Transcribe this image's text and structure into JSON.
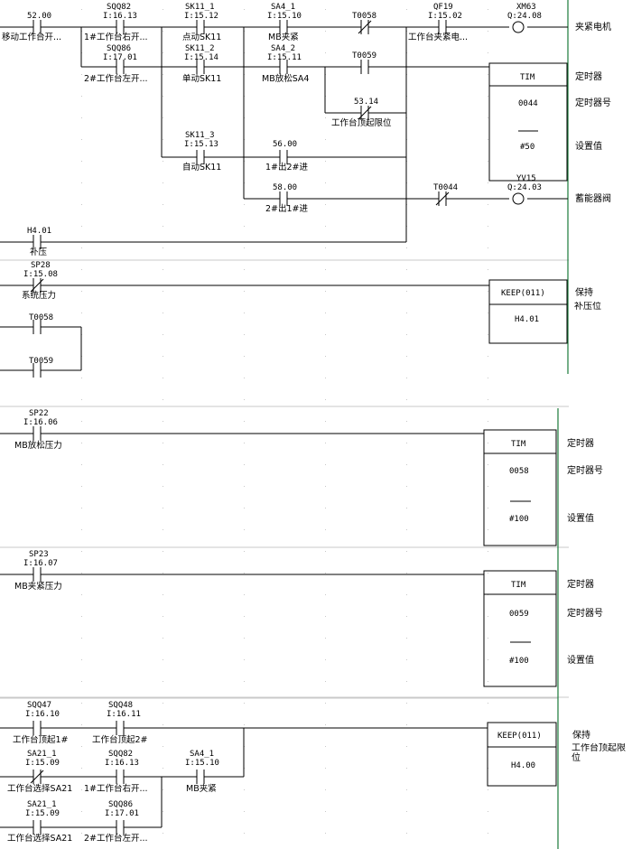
{
  "rungs": [
    {
      "contacts": [
        {
          "id": "c_5200",
          "addr": "52.00",
          "label": "移动工作台开..."
        },
        {
          "id": "c_sqq82a",
          "tag": "SQQ82",
          "addr": "I:16.13",
          "label": "1#工作台右开..."
        },
        {
          "id": "c_sqq86a",
          "tag": "SQQ86",
          "addr": "I:17.01",
          "label": "2#工作台左开..."
        },
        {
          "id": "c_sk11_1",
          "tag": "SK11_1",
          "addr": "I:15.12",
          "label": "点动SK11"
        },
        {
          "id": "c_sk11_2",
          "tag": "SK11_2",
          "addr": "I:15.14",
          "label": "单动SK11"
        },
        {
          "id": "c_sk11_3",
          "tag": "SK11_3",
          "addr": "I:15.13",
          "label": "自动SK11"
        },
        {
          "id": "c_sa4_1a",
          "tag": "SA4_1",
          "addr": "I:15.10",
          "label": "MB夹紧"
        },
        {
          "id": "c_sa4_2",
          "tag": "SA4_2",
          "addr": "I:15.11",
          "label": "MB放松SA4"
        },
        {
          "id": "c_5600",
          "addr": "56.00",
          "label": "1#出2#进"
        },
        {
          "id": "c_5800",
          "addr": "58.00",
          "label": "2#出1#进"
        },
        {
          "id": "c_t0058a",
          "tag": "T0058"
        },
        {
          "id": "c_t0059a",
          "tag": "T0059"
        },
        {
          "id": "c_5314",
          "addr": "53.14",
          "label": "工作台顶起限位"
        },
        {
          "id": "c_t0044",
          "tag": "T0044"
        },
        {
          "id": "c_qf19",
          "tag": "QF19",
          "addr": "I:15.02",
          "label": "工作台夹紧电..."
        },
        {
          "id": "c_h401a",
          "addr": "H4.01",
          "label": "补压"
        }
      ],
      "coils": [
        {
          "id": "o_xm63",
          "tag": "XM63",
          "addr": "Q:24.08",
          "side": "夹紧电机"
        },
        {
          "id": "o_yv15",
          "tag": "YV15",
          "addr": "Q:24.03",
          "side": "蓄能器阀"
        }
      ],
      "box": {
        "id": "b_tim44",
        "head": "TIM",
        "row1": "0044",
        "row2": "#50",
        "side1": "定时器",
        "side2": "定时器号",
        "side3": "设置值"
      }
    },
    {
      "contacts": [
        {
          "id": "c_sp28",
          "tag": "SP28",
          "addr": "I:15.08",
          "label": "系统压力"
        },
        {
          "id": "c_t0058b",
          "tag": "T0058"
        },
        {
          "id": "c_t0059b",
          "tag": "T0059"
        }
      ],
      "box": {
        "id": "b_keep1",
        "head": "KEEP(011)",
        "row1": "H4.01",
        "side1": "保持",
        "side2": "补压位"
      }
    },
    {
      "contacts": [
        {
          "id": "c_sp22",
          "tag": "SP22",
          "addr": "I:16.06",
          "label": "MB放松压力"
        }
      ],
      "box": {
        "id": "b_tim58",
        "head": "TIM",
        "row1": "0058",
        "row2": "#100",
        "side1": "定时器",
        "side2": "定时器号",
        "side3": "设置值"
      }
    },
    {
      "contacts": [
        {
          "id": "c_sp23",
          "tag": "SP23",
          "addr": "I:16.07",
          "label": "MB夹紧压力"
        }
      ],
      "box": {
        "id": "b_tim59",
        "head": "TIM",
        "row1": "0059",
        "row2": "#100",
        "side1": "定时器",
        "side2": "定时器号",
        "side3": "设置值"
      }
    },
    {
      "contacts": [
        {
          "id": "c_sqq47",
          "tag": "SQQ47",
          "addr": "I:16.10",
          "label": "工作台顶起1#"
        },
        {
          "id": "c_sqq48",
          "tag": "SQQ48",
          "addr": "I:16.11",
          "label": "工作台顶起2#"
        },
        {
          "id": "c_sa21a",
          "tag": "SA21_1",
          "addr": "I:15.09",
          "label": "工作台选择SA21"
        },
        {
          "id": "c_sqq82b",
          "tag": "SQQ82",
          "addr": "I:16.13",
          "label": "1#工作台右开..."
        },
        {
          "id": "c_sa4_1b",
          "tag": "SA4_1",
          "addr": "I:15.10",
          "label": "MB夹紧"
        },
        {
          "id": "c_sa21b",
          "tag": "SA21_1",
          "addr": "I:15.09",
          "label": "工作台选择SA21"
        },
        {
          "id": "c_sqq86b",
          "tag": "SQQ86",
          "addr": "I:17.01",
          "label": "2#工作台左开..."
        }
      ],
      "box": {
        "id": "b_keep2",
        "head": "KEEP(011)",
        "row1": "H4.00",
        "side1": "保持",
        "side2": "工作台顶起限位"
      }
    }
  ]
}
